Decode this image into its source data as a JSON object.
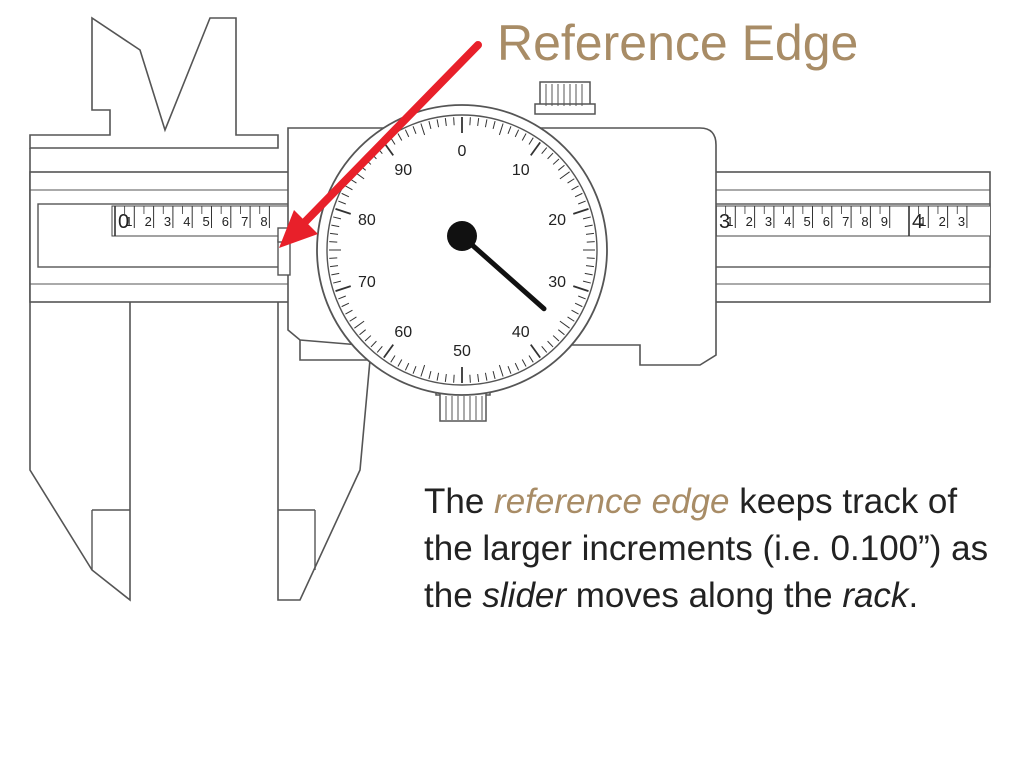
{
  "title": "Reference Edge",
  "caption": {
    "part1": "The ",
    "highlight": "reference edge",
    "part2": " keeps track of the larger increments (i.e. 0.100”) as the ",
    "slider": "slider",
    "part3": " moves along the ",
    "rack": "rack",
    "part4": "."
  },
  "dial": {
    "labels": [
      "0",
      "10",
      "20",
      "30",
      "40",
      "50",
      "60",
      "70",
      "80",
      "90"
    ],
    "divisions": 100,
    "needle_value": 37
  },
  "rack": {
    "left_major": "0",
    "left_minor": [
      "1",
      "2",
      "3",
      "4",
      "5",
      "6",
      "7",
      "8"
    ],
    "right_major_a": "3",
    "right_minor_a": [
      "1",
      "2",
      "3",
      "4",
      "5",
      "6",
      "7",
      "8",
      "9"
    ],
    "right_major_b": "4",
    "right_minor_b": [
      "1",
      "2",
      "3"
    ]
  },
  "colors": {
    "accent": "#a88c66",
    "arrow": "#e8202a",
    "line": "#555555",
    "text": "#222222"
  },
  "icons": {
    "arrow": "red-pointer-arrow",
    "knob": "thumb-wheel-icon"
  }
}
